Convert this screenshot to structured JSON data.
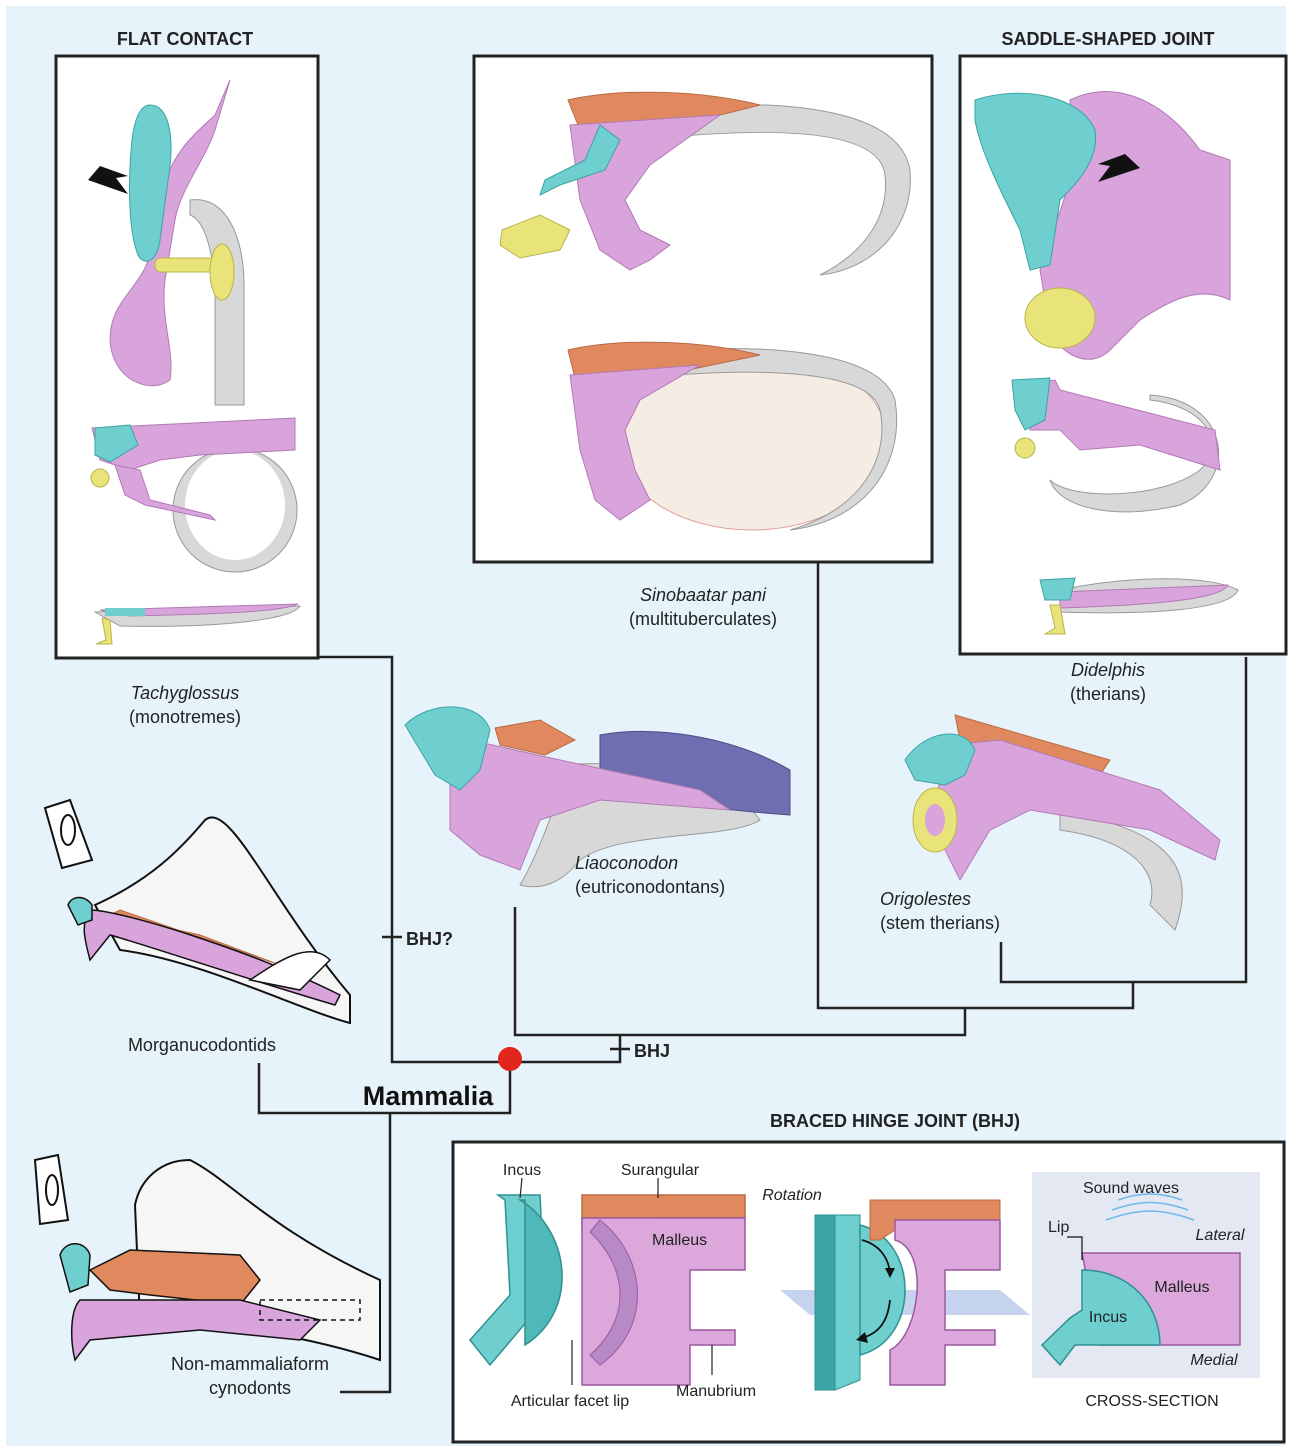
{
  "headings": {
    "flat_contact": "FLAT CONTACT",
    "saddle": "SADDLE-SHAPED JOINT",
    "bhj_panel": "BRACED HINGE JOINT (BHJ)"
  },
  "taxa": {
    "tachyglossus": {
      "genus": "Tachyglossus",
      "group": "(monotremes)"
    },
    "sinobaatar": {
      "genus": "Sinobaatar pani",
      "group": "(multituberculates)"
    },
    "didelphis": {
      "genus": "Didelphis",
      "group": "(therians)"
    },
    "liaoconodon": {
      "genus": "Liaoconodon",
      "group": "(eutriconodontans)"
    },
    "origolestes": {
      "genus": "Origolestes",
      "group": "(stem therians)"
    },
    "morganucodontids": {
      "label": "Morganucodontids"
    },
    "cynodonts": {
      "line1": "Non-mammaliaform",
      "line2": "cynodonts"
    }
  },
  "tree": {
    "clade": "Mammalia",
    "bhj_uncertain": "BHJ?",
    "bhj": "BHJ"
  },
  "bhj_panel": {
    "incus": "Incus",
    "surangular": "Surangular",
    "malleus": "Malleus",
    "rotation": "Rotation",
    "articular_facet_lip": "Articular facet lip",
    "manubrium": "Manubrium",
    "sound_waves": "Sound waves",
    "lip": "Lip",
    "lateral": "Lateral",
    "medial": "Medial",
    "cs_malleus": "Malleus",
    "cs_incus": "Incus",
    "cross_section": "CROSS-SECTION"
  },
  "colors": {
    "background": "#e7f3fb",
    "incus": "#6fcfcf",
    "malleus": "#d9a3dc",
    "surangular": "#e0895f",
    "stapes": "#e8e47a",
    "ectotympanic": "#d8d8d8",
    "dentary": "#6e6eb0",
    "node": "#e2261c"
  }
}
